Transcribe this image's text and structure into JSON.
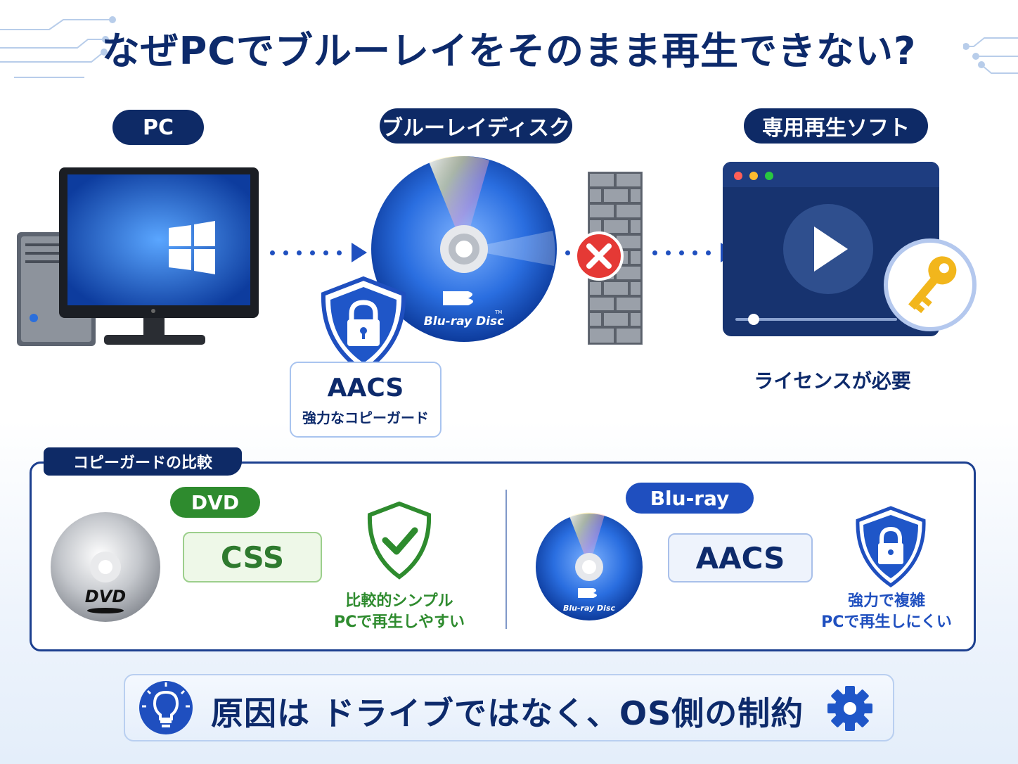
{
  "title": "なぜPCでブルーレイをそのまま再生できない?",
  "sections": {
    "pc_label": "PC",
    "disc_label": "ブルーレイディスク",
    "software_label": "専用再生ソフト"
  },
  "aacs_card": {
    "name": "AACS",
    "desc": "強力なコピーガード"
  },
  "bluray_logo": {
    "line1": "Blu-ray",
    "line2": "Disc",
    "tm": "TM"
  },
  "license_note": "ライセンスが必要",
  "comparison": {
    "label": "コピーガードの比較",
    "dvd": {
      "tag": "DVD",
      "logo": "DVD",
      "guard": "CSS",
      "note_line1": "比較的シンプル",
      "note_line2": "PCで再生しやすい"
    },
    "bluray": {
      "tag": "Blu-ray",
      "guard": "AACS",
      "note_line1": "強力で複雑",
      "note_line2": "PCで再生しにくい"
    }
  },
  "conclusion": "原因は ドライブではなく、OS側の制約",
  "colors": {
    "navy": "#0e2a66",
    "blue": "#1f4fbf",
    "green": "#2e8b2e",
    "red": "#e53935",
    "gold": "#f2b61c"
  },
  "icons": [
    "windows-logo-icon",
    "lock-shield-icon",
    "blocked-x-icon",
    "key-icon",
    "play-icon",
    "check-shield-icon",
    "lightbulb-icon",
    "gear-icon"
  ]
}
